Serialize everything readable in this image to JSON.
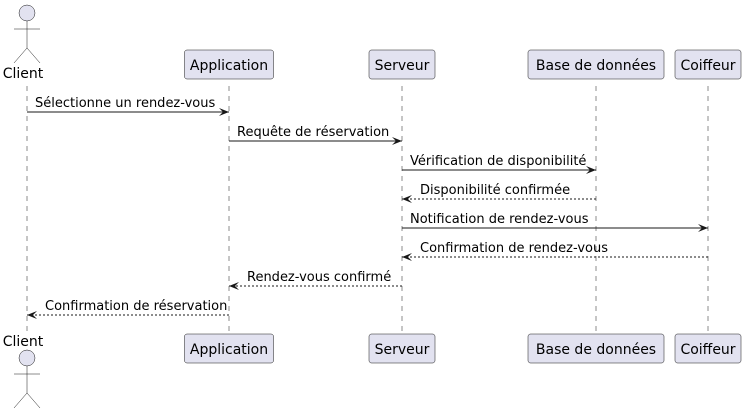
{
  "diagram": {
    "participants": [
      {
        "id": "client",
        "label": "Client",
        "kind": "actor"
      },
      {
        "id": "application",
        "label": "Application",
        "kind": "participant"
      },
      {
        "id": "serveur",
        "label": "Serveur",
        "kind": "participant"
      },
      {
        "id": "base",
        "label": "Base de données",
        "kind": "participant"
      },
      {
        "id": "coiffeur",
        "label": "Coiffeur",
        "kind": "participant"
      }
    ],
    "messages": [
      {
        "from": "client",
        "to": "application",
        "text": "Sélectionne un rendez-vous",
        "style": "solid"
      },
      {
        "from": "application",
        "to": "serveur",
        "text": "Requête de réservation",
        "style": "solid"
      },
      {
        "from": "serveur",
        "to": "base",
        "text": "Vérification de disponibilité",
        "style": "solid"
      },
      {
        "from": "base",
        "to": "serveur",
        "text": "Disponibilité confirmée",
        "style": "dashed"
      },
      {
        "from": "serveur",
        "to": "coiffeur",
        "text": "Notification de rendez-vous",
        "style": "solid"
      },
      {
        "from": "coiffeur",
        "to": "serveur",
        "text": "Confirmation de rendez-vous",
        "style": "dashed"
      },
      {
        "from": "serveur",
        "to": "application",
        "text": "Rendez-vous confirmé",
        "style": "dashed"
      },
      {
        "from": "application",
        "to": "client",
        "text": "Confirmation de réservation",
        "style": "dashed"
      }
    ]
  }
}
